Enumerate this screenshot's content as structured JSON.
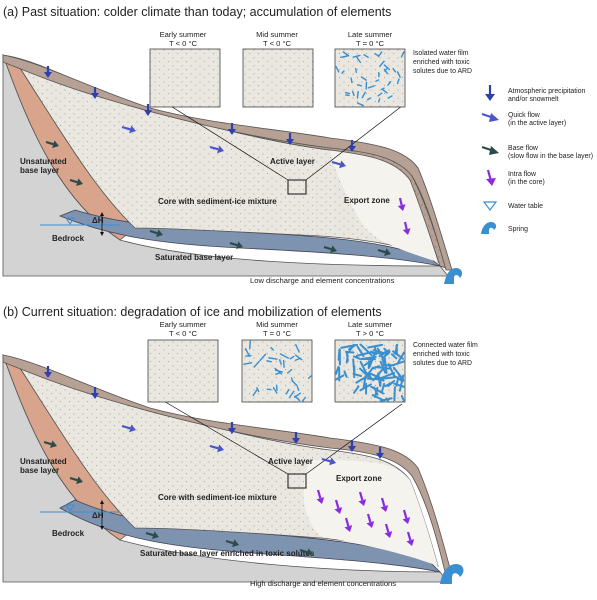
{
  "panels": [
    {
      "title": "(a) Past situation: colder climate than today; accumulation of elements",
      "insets": [
        {
          "line1": "Early summer",
          "line2": "T < 0 °C"
        },
        {
          "line1": "Mid summer",
          "line2": "T < 0 °C"
        },
        {
          "line1": "Late summer",
          "line2": "T = 0 °C"
        }
      ],
      "film_note": [
        "Isolated water film",
        "enriched with toxic",
        "solutes due to ARD"
      ],
      "labels": {
        "active_layer": "Active layer",
        "core": "Core with sediment-ice mixture",
        "export_zone": "Export zone",
        "unsaturated": [
          "Unsaturated",
          "base layer"
        ],
        "dh": "ΔH",
        "bedrock": "Bedrock",
        "saturated": "Saturated base layer",
        "discharge": "Low discharge and element concentrations"
      }
    },
    {
      "title": "(b) Current situation: degradation of ice and mobilization of elements",
      "insets": [
        {
          "line1": "Early summer",
          "line2": "T < 0 °C"
        },
        {
          "line1": "Mid summer",
          "line2": "T = 0 °C"
        },
        {
          "line1": "Late summer",
          "line2": "T > 0 °C"
        }
      ],
      "film_note": [
        "Connected water film",
        "enriched with toxic",
        "solutes due to ARD"
      ],
      "labels": {
        "active_layer": "Active layer",
        "core": "Core with sediment-ice mixture",
        "export_zone": "Export zone",
        "unsaturated": [
          "Unsaturated",
          "base layer"
        ],
        "dh": "ΔH",
        "bedrock": "Bedrock",
        "saturated": "Saturated base layer enriched in toxic solutes",
        "discharge": "High discharge and element concentrations"
      }
    }
  ],
  "legend": [
    {
      "lines": [
        "Atmospheric precipitation",
        "and/or snowmelt"
      ],
      "icon": "precipitation-arrow-icon"
    },
    {
      "lines": [
        "Quick flow",
        "(in the active layer)"
      ],
      "icon": "quick-flow-arrow-icon"
    },
    {
      "lines": [
        "Base flow",
        "(slow flow in the base layer)"
      ],
      "icon": "base-flow-arrow-icon"
    },
    {
      "lines": [
        "Intra flow",
        "(in the core)"
      ],
      "icon": "intra-flow-arrow-icon"
    },
    {
      "lines": [
        "Water table"
      ],
      "icon": "water-table-icon"
    },
    {
      "lines": [
        "Spring"
      ],
      "icon": "spring-icon"
    }
  ],
  "colors": {
    "bedrock": "#d3d3d3",
    "core": "#e9e7df",
    "active_layer": "#b7a094",
    "unsaturated": "#d8a58c",
    "saturated": "#7d93b0",
    "precipitation": "#2e3fb0",
    "quick_flow": "#4a55c8",
    "base_flow": "#2f4a4a",
    "intra_flow": "#8a2be2",
    "water": "#3a8fd0"
  }
}
